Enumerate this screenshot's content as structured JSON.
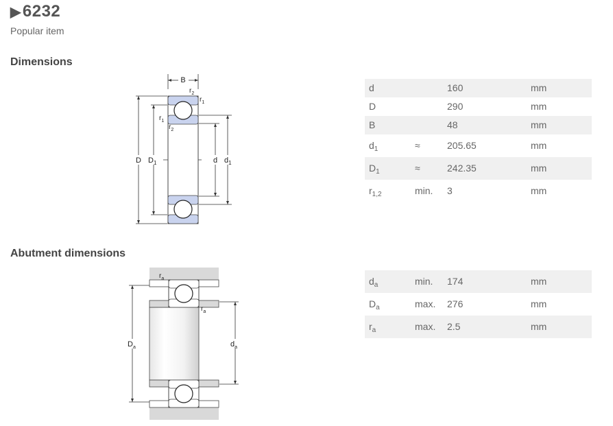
{
  "header": {
    "title": "6232",
    "subtitle": "Popular item"
  },
  "sections": {
    "dimensions": "Dimensions",
    "abutment": "Abutment dimensions"
  },
  "dimensions": [
    {
      "sym": "d",
      "sub": "",
      "qual": "",
      "value": "160",
      "unit": "mm"
    },
    {
      "sym": "D",
      "sub": "",
      "qual": "",
      "value": "290",
      "unit": "mm"
    },
    {
      "sym": "B",
      "sub": "",
      "qual": "",
      "value": "48",
      "unit": "mm"
    },
    {
      "sym": "d",
      "sub": "1",
      "qual": "≈",
      "value": "205.65",
      "unit": "mm"
    },
    {
      "sym": "D",
      "sub": "1",
      "qual": "≈",
      "value": "242.35",
      "unit": "mm"
    },
    {
      "sym": "r",
      "sub": "1,2",
      "qual": "min.",
      "value": "3",
      "unit": "mm"
    }
  ],
  "abutment": [
    {
      "sym": "d",
      "sub": "a",
      "qual": "min.",
      "value": "174",
      "unit": "mm"
    },
    {
      "sym": "D",
      "sub": "a",
      "qual": "max.",
      "value": "276",
      "unit": "mm"
    },
    {
      "sym": "r",
      "sub": "a",
      "qual": "max.",
      "value": "2.5",
      "unit": "mm"
    }
  ],
  "diagram1_labels": {
    "B": "B",
    "r2": "r",
    "r2sub": "2",
    "r1": "r",
    "r1sub": "1",
    "D": "D",
    "D1": "D",
    "D1sub": "1",
    "d": "d",
    "d1": "d",
    "d1sub": "1"
  },
  "diagram2_labels": {
    "ra": "r",
    "rasub": "a",
    "Da": "D",
    "Dasub": "a",
    "da": "d",
    "dasub": "a"
  }
}
